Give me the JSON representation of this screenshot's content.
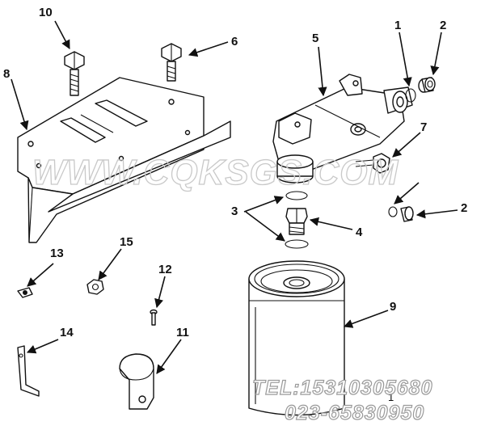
{
  "diagram": {
    "callouts": [
      "1",
      "2",
      "2",
      "3",
      "4",
      "5",
      "6",
      "7",
      "8",
      "9",
      "10",
      "11",
      "12",
      "13",
      "14",
      "15"
    ],
    "filter_print": "1",
    "watermark": "WWW.CQKSGS.COM",
    "contact": {
      "tel": "TEL:15310305680",
      "phone": "023-65830950"
    },
    "colors": {
      "line": "#111111",
      "watermark": "#c9c9c9",
      "contact_outline": "#9a9a9a",
      "background": "#ffffff"
    }
  }
}
